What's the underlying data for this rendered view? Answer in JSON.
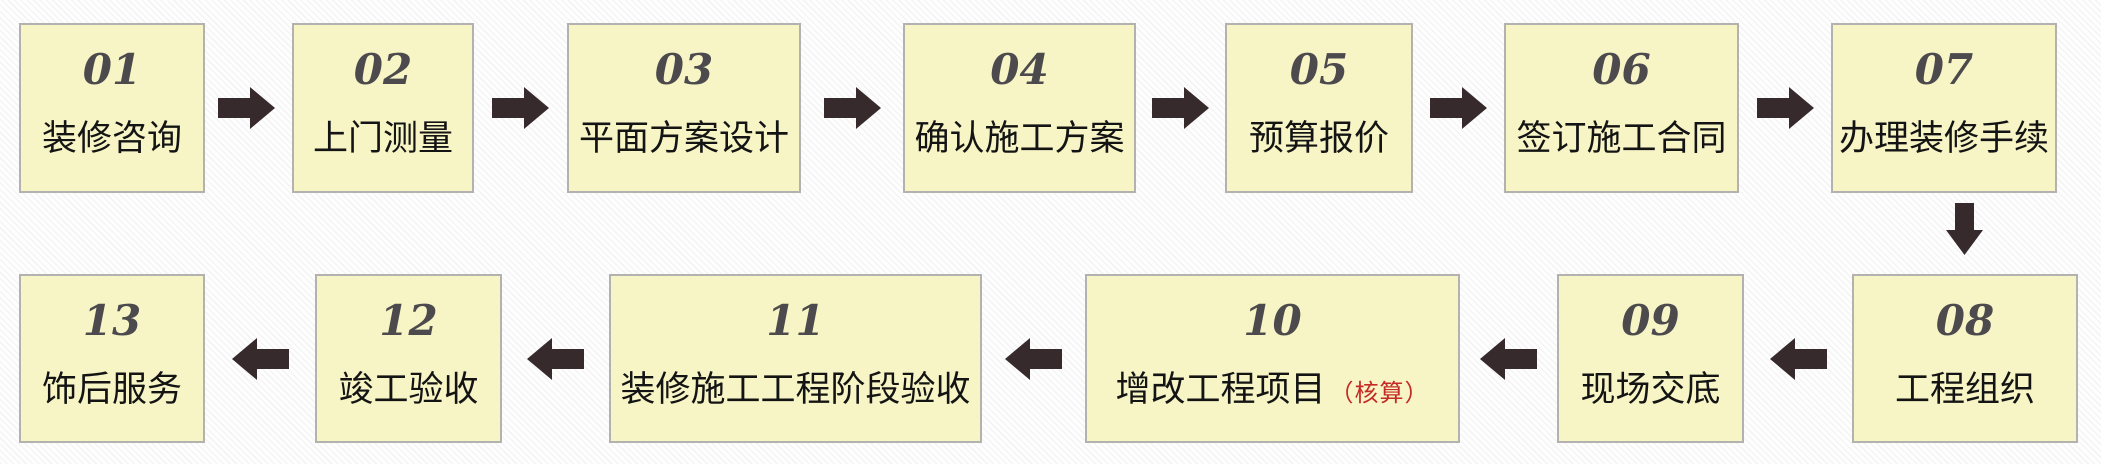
{
  "flowchart": {
    "steps": [
      {
        "number": "01",
        "label": "装修咨询"
      },
      {
        "number": "02",
        "label": "上门测量"
      },
      {
        "number": "03",
        "label": "平面方案设计"
      },
      {
        "number": "04",
        "label": "确认施工方案"
      },
      {
        "number": "05",
        "label": "预算报价"
      },
      {
        "number": "06",
        "label": "签订施工合同"
      },
      {
        "number": "07",
        "label": "办理装修手续"
      },
      {
        "number": "08",
        "label": "工程组织"
      },
      {
        "number": "09",
        "label": "现场交底"
      },
      {
        "number": "10",
        "label": "增改工程项目",
        "note": "（核算）"
      },
      {
        "number": "11",
        "label": "装修施工工程阶段验收"
      },
      {
        "number": "12",
        "label": "竣工验收"
      },
      {
        "number": "13",
        "label": "饰后服务"
      }
    ],
    "colors": {
      "box_fill": "#f7f5c6",
      "box_border": "#b3b2ae",
      "number_text": "#4c4a4d",
      "label_text": "#141414",
      "note_text": "#c52b26",
      "arrow": "#362a2c"
    },
    "icons": {
      "forward": "arrow-right-icon",
      "down": "arrow-down-icon",
      "backward": "arrow-left-icon"
    }
  }
}
